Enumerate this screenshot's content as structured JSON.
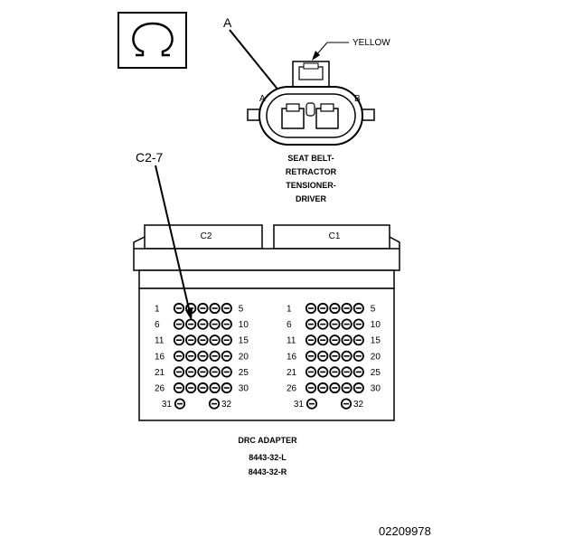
{
  "symbol": {
    "name": "ohm-icon",
    "glyph": "Ω"
  },
  "connector_top": {
    "callout_letter": "A",
    "wire_color_label": "YELLOW",
    "terminal_a": "A",
    "terminal_b": "B",
    "name_lines": [
      "SEAT BELT-",
      "RETRACTOR",
      "TENSIONER-",
      "DRIVER"
    ]
  },
  "adapter": {
    "callout": "C2-7",
    "left_tab": "C2",
    "right_tab": "C1",
    "left_rows": [
      {
        "start": "1",
        "end": "5"
      },
      {
        "start": "6",
        "end": "10"
      },
      {
        "start": "11",
        "end": "15"
      },
      {
        "start": "16",
        "end": "20"
      },
      {
        "start": "21",
        "end": "25"
      },
      {
        "start": "26",
        "end": "30"
      }
    ],
    "right_rows": [
      {
        "start": "1",
        "end": "5"
      },
      {
        "start": "6",
        "end": "10"
      },
      {
        "start": "11",
        "end": "15"
      },
      {
        "start": "16",
        "end": "20"
      },
      {
        "start": "21",
        "end": "25"
      },
      {
        "start": "26",
        "end": "30"
      }
    ],
    "bottom_pins": {
      "a": "31",
      "b": "32"
    },
    "caption_lines": [
      "DRC ADAPTER",
      "8443-32-L",
      "8443-32-R"
    ]
  },
  "figure_id": "02209978"
}
